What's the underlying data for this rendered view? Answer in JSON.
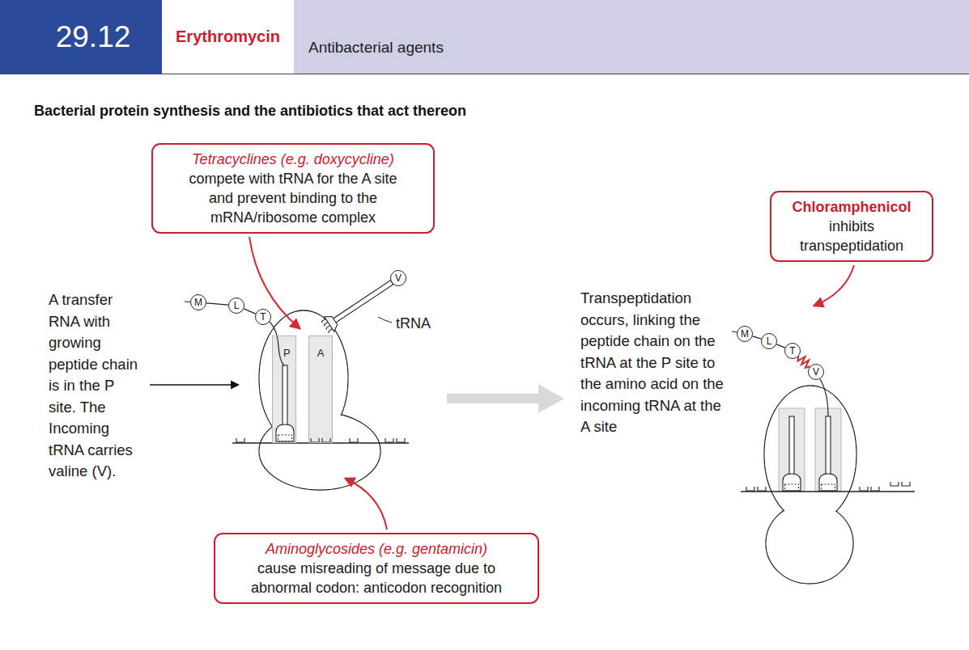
{
  "diagram": {
    "title": "Bacterial protein synthesis and the antibiotics that act thereon",
    "nodes": [
      {
        "text": [
          "Antibacterial agents"
        ]
      },
      {
        "text": [
          "29.12"
        ],
        "in": 0
      },
      {
        "text": [
          "Erythromycin"
        ],
        "in": 0
      },
      {
        "text": [
          "Tetracyclines (e.g. doxycycline)",
          "compete with tRNA for the A site and prevent binding to the mRNA/ribosome complex"
        ]
      },
      {
        "text": [
          "Chloramphenicol",
          "inhibits transpeptidation"
        ]
      },
      {
        "text": [
          "M"
        ]
      },
      {
        "text": [
          "L"
        ]
      },
      {
        "text": [
          "T"
        ]
      },
      {
        "text": [
          "V"
        ]
      },
      {
        "text": [
          "P"
        ]
      },
      {
        "text": [
          "A"
        ]
      },
      {
        "text": [
          "M"
        ]
      },
      {
        "text": [
          "L"
        ]
      },
      {
        "text": [
          "T"
        ]
      },
      {
        "text": [
          "V"
        ]
      },
      {
        "text": [
          "Aminoglycosides (e.g. gentamicin)",
          "cause misreading of message due to abnormal codon: anticodon recognition"
        ]
      }
    ],
    "edges": [
      {
        "from": 5,
        "to": 6,
        "arrow": "none"
      },
      {
        "from": 6,
        "to": 7,
        "arrow": "none"
      },
      {
        "from": 11,
        "to": 12,
        "arrow": "none"
      },
      {
        "from": 12,
        "to": 13,
        "arrow": "none"
      },
      {
        "from": 13,
        "to": 14,
        "arrow": "none"
      }
    ],
    "labels": [
      "A transfer RNA with growing peptide chain is in the P site. The Incoming tRNA carries valine (V).",
      "tRNA",
      "Transpeptidation occurs, linking the peptide chain on the tRNA at the P site to the amino acid on the incoming tRNA at the A site"
    ]
  }
}
